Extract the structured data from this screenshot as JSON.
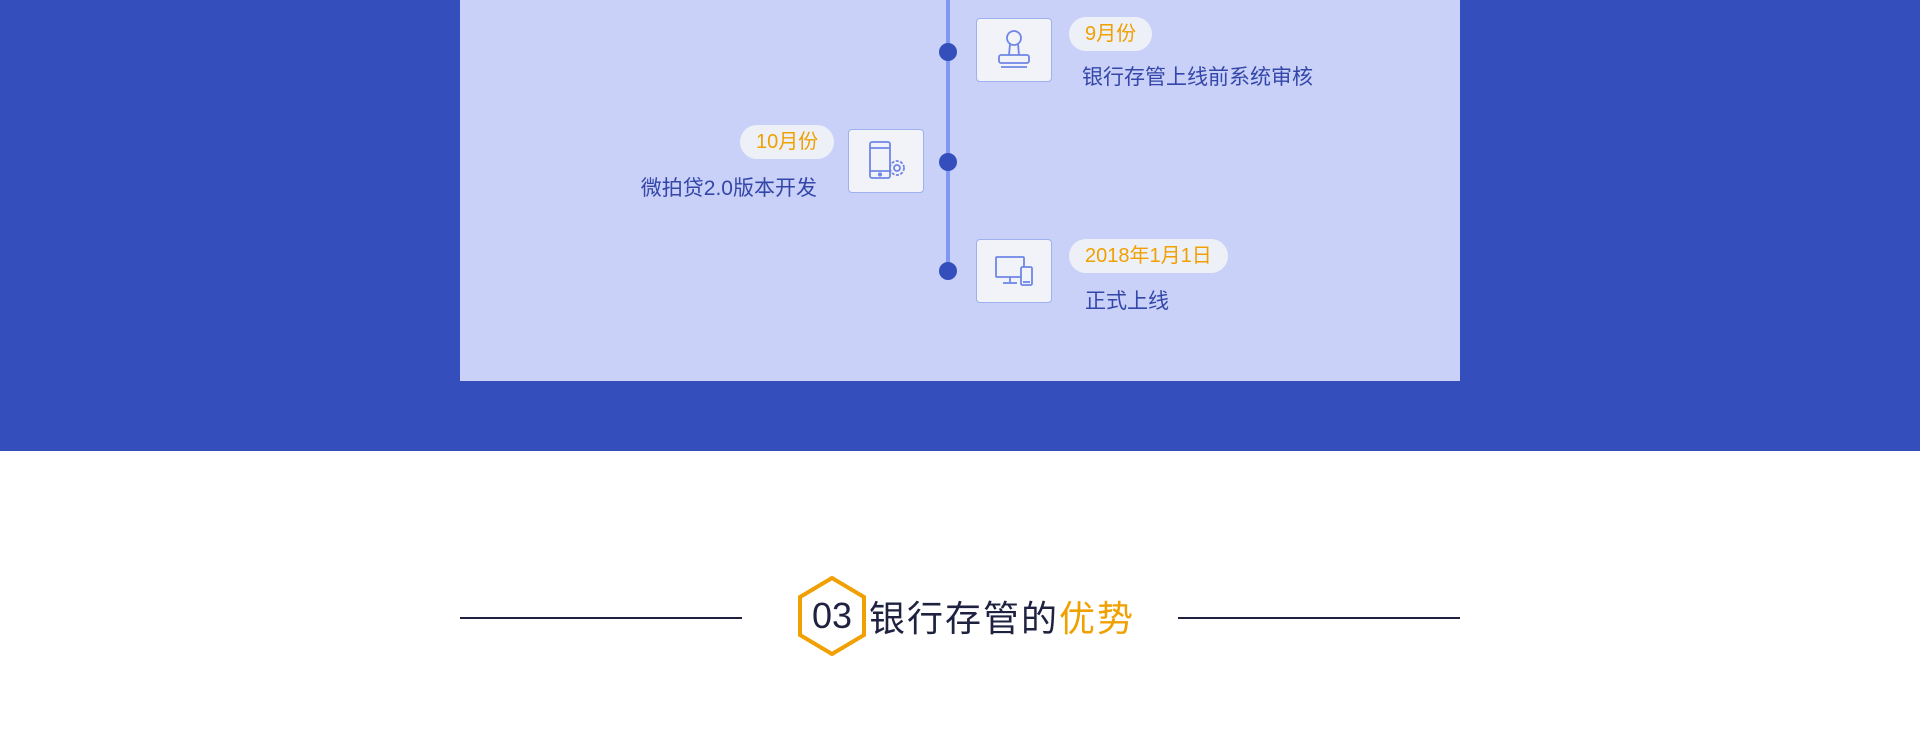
{
  "timeline": {
    "events": [
      {
        "date": "9月份",
        "description": "银行存管上线前系统审核",
        "icon": "stamp-icon",
        "side": "right"
      },
      {
        "date": "10月份",
        "description": "微拍贷2.0版本开发",
        "icon": "phone-settings-icon",
        "side": "left"
      },
      {
        "date": "2018年1月1日",
        "description": "正式上线",
        "icon": "devices-icon",
        "side": "right"
      }
    ]
  },
  "section": {
    "number": "03",
    "title_main": "银行存管的",
    "title_accent": "优势"
  },
  "colors": {
    "band": "#344ebc",
    "panel": "#c9d1f9",
    "accent": "#f0a000",
    "text": "#3447a8",
    "heading": "#1e2140"
  }
}
